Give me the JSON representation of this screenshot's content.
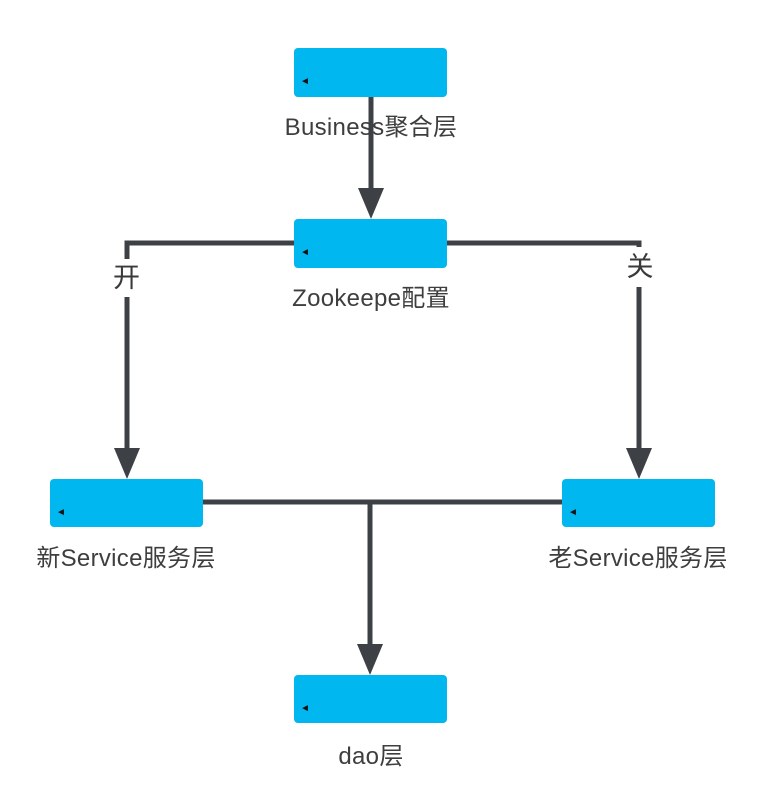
{
  "diagram": {
    "title": "service-switch-flow",
    "nodes": {
      "business": {
        "label": "Business聚合层"
      },
      "zookeeper": {
        "label": "Zookeepe配置"
      },
      "new_service": {
        "label": "新Service服务层"
      },
      "old_service": {
        "label": "老Service服务层"
      },
      "dao": {
        "label": "dao层"
      }
    },
    "edge_labels": {
      "open": "开",
      "close": "关"
    },
    "edges": [
      {
        "from": "business",
        "to": "zookeeper",
        "label": ""
      },
      {
        "from": "zookeeper",
        "to": "new_service",
        "label": "开"
      },
      {
        "from": "zookeeper",
        "to": "old_service",
        "label": "关"
      },
      {
        "from": "new_service",
        "to": "old_service",
        "label": ""
      },
      {
        "from": "service-junction",
        "to": "dao",
        "label": ""
      }
    ],
    "marker_icon": "◄",
    "colors": {
      "node_fill": "#00b7ef",
      "edge_stroke": "#3d4045",
      "node_label_text": "#3e3e3e",
      "edge_label_text": "#3a3a3a",
      "edge_label_bg": "#ffffff",
      "background": "#ffffff"
    }
  }
}
